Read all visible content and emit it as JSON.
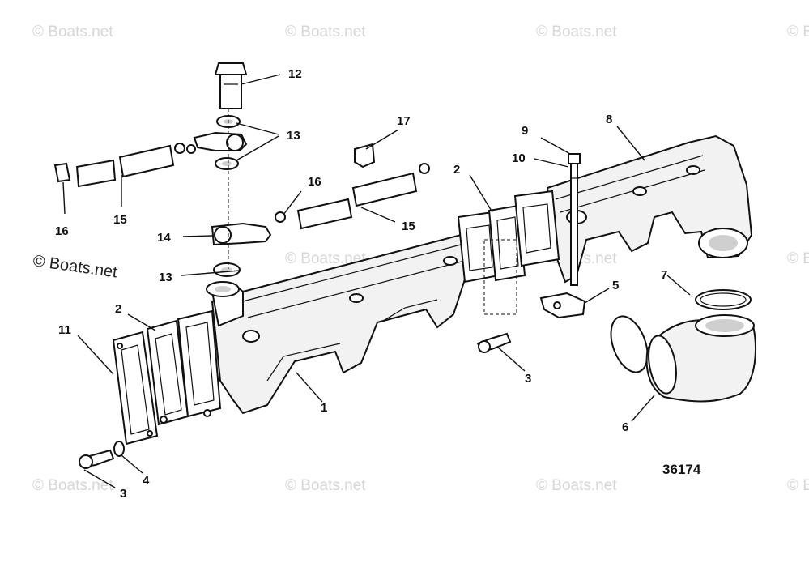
{
  "watermark": {
    "text": "© Boats.net"
  },
  "figure_number": "36174",
  "callouts": {
    "c1": "1",
    "c2a": "2",
    "c2b": "2",
    "c3a": "3",
    "c3b": "3",
    "c4": "4",
    "c5": "5",
    "c6": "6",
    "c7": "7",
    "c8": "8",
    "c9": "9",
    "c10": "10",
    "c11": "11",
    "c12": "12",
    "c13a": "13",
    "c13b": "13",
    "c14": "14",
    "c15a": "15",
    "c15b": "15",
    "c16a": "16",
    "c16b": "16",
    "c17": "17"
  }
}
